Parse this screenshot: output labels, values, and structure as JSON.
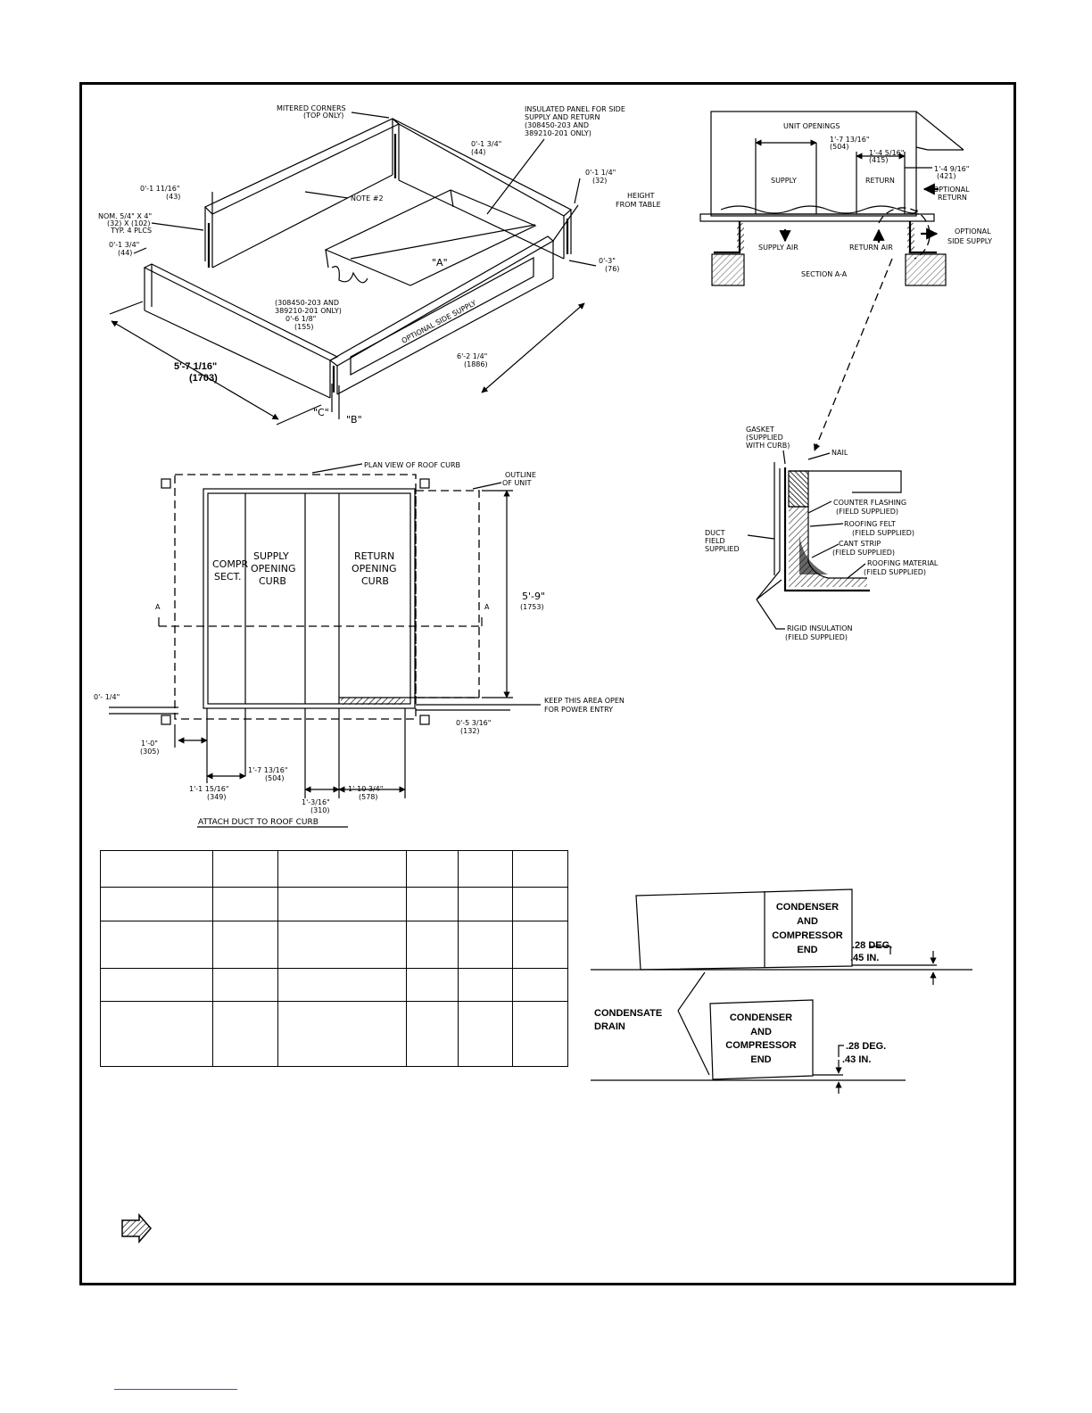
{
  "perspective": {
    "mitered_corners": [
      "MITERED CORNERS",
      "(TOP ONLY)"
    ],
    "insulated_panel": [
      "INSULATED PANEL FOR SIDE",
      "SUPPLY AND RETURN",
      "(308450-203 AND",
      "389210-201 ONLY)"
    ],
    "dim_1_3_4_top": [
      "0'-1 3/4\"",
      "(44)"
    ],
    "dim_1_11_16": [
      "0'-1 11/16\"",
      "(43)"
    ],
    "note_2": "NOTE #2",
    "nom_label": [
      "NOM. 5/4\" X 4\"",
      "(32) X (102)",
      "TYP. 4 PLCS"
    ],
    "dim_1_3_4_left": [
      "0'-1 3/4\"",
      "(44)"
    ],
    "dim_1_1_4": [
      "0'-1 1/4\"",
      "(32)"
    ],
    "height_from_table": [
      "HEIGHT",
      "FROM TABLE"
    ],
    "dim_3": [
      "0'-3\"",
      "(76)"
    ],
    "label_a": "\"A\"",
    "part_note": [
      "(308450-203 AND",
      "389210-201 ONLY)"
    ],
    "dim_6_1_8": [
      "0'-6 1/8\"",
      "(155)"
    ],
    "optional_side_supply": "OPTIONAL SIDE SUPPLY",
    "dim_5_7": [
      "5'-7 1/16\"",
      "(1703)"
    ],
    "dim_6_2": [
      "6'-2 1/4\"",
      "(1886)"
    ],
    "label_c": "\"C\"",
    "label_b": "\"B\""
  },
  "section": {
    "unit_openings": "UNIT OPENINGS",
    "dim_1_7": [
      "1'-7 13/16\"",
      "(504)"
    ],
    "dim_1_4_5": [
      "1'-4 5/16\"",
      "(415)"
    ],
    "dim_1_4_9": [
      "1'-4 9/16\"",
      "(421)"
    ],
    "supply": "SUPPLY",
    "return": "RETURN",
    "optional_return": [
      "OPTIONAL",
      "RETURN"
    ],
    "supply_air": "SUPPLY AIR",
    "return_air": "RETURN AIR",
    "optional_side_supply": [
      "OPTIONAL",
      "SIDE SUPPLY"
    ],
    "title": "SECTION A-A"
  },
  "detail": {
    "gasket": [
      "GASKET",
      "(SUPPLIED",
      "WITH CURB)"
    ],
    "nail": "NAIL",
    "counter_flashing": [
      "COUNTER FLASHING",
      "(FIELD SUPPLIED)"
    ],
    "roofing_felt": [
      "ROOFING FELT",
      "(FIELD SUPPLIED)"
    ],
    "duct": [
      "DUCT",
      "FIELD",
      "SUPPLIED"
    ],
    "cant_strip": [
      "CANT STRIP",
      "(FIELD SUPPLIED)"
    ],
    "roofing_material": [
      "ROOFING MATERIAL",
      "(FIELD SUPPLIED)"
    ],
    "rigid_insulation": [
      "RIGID INSULATION",
      "(FIELD SUPPLIED)"
    ]
  },
  "plan": {
    "plan_view": "PLAN VIEW OF ROOF CURB",
    "outline_of_unit": [
      "OUTLINE",
      "OF UNIT"
    ],
    "compr": [
      "COMPR",
      "SECT."
    ],
    "supply_curb": [
      "SUPPLY",
      "OPENING",
      "CURB"
    ],
    "return_curb": [
      "RETURN",
      "OPENING",
      "CURB"
    ],
    "section_mark": "A",
    "dim_5_9": [
      "5'-9\"",
      "(1753)"
    ],
    "dim_1_4": "0'- 1/4\"",
    "keep_open": [
      "KEEP THIS AREA OPEN",
      "FOR POWER ENTRY"
    ],
    "dim_5_3_16": [
      "0'-5 3/16\"",
      "(132)"
    ],
    "dim_1_0": [
      "1'-0\"",
      "(305)"
    ],
    "dim_1_7_13": [
      "1'-7 13/16\"",
      "(504)"
    ],
    "dim_1_1_15": [
      "1'-1 15/16\"",
      "(349)"
    ],
    "dim_1_3_16": [
      "1'-3/16\"",
      "(310)"
    ],
    "dim_1_10": [
      "1'-10 3/4\"",
      "(578)"
    ],
    "attach_duct": "ATTACH DUCT TO ROOF CURB"
  },
  "slope": {
    "top_end": [
      "CONDENSER",
      "AND",
      "COMPRESSOR",
      "END"
    ],
    "top_dim": [
      ".28 DEG.",
      ".45 IN."
    ],
    "condensate": [
      "CONDENSATE",
      "DRAIN"
    ],
    "bottom_end": [
      "CONDENSER",
      "AND",
      "COMPRESSOR",
      "END"
    ],
    "bottom_dim": [
      ".28 DEG.",
      ".43 IN."
    ]
  }
}
